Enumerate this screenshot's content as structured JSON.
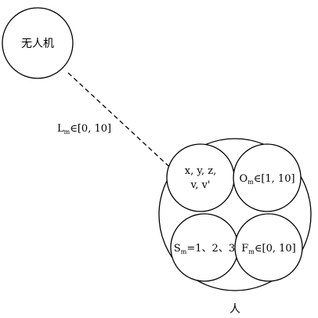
{
  "drone": {
    "label": "无人机"
  },
  "link": {
    "symbol": "L",
    "subscript": "m",
    "range": "∈[0, 10]"
  },
  "person": {
    "label": "人",
    "position": {
      "line1": "x, y, z,",
      "line2": "v, v'"
    },
    "o_var": {
      "symbol": "O",
      "subscript": "m",
      "range": "∈[1, 10]"
    },
    "s_var": {
      "symbol": "S",
      "subscript": "m",
      "values": "=1、2、3"
    },
    "f_var": {
      "symbol": "F",
      "subscript": "m",
      "range": "∈[0, 10]"
    }
  }
}
